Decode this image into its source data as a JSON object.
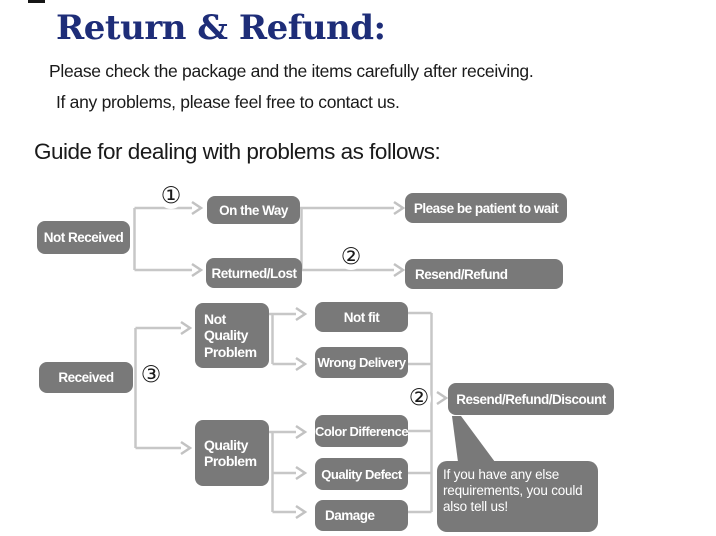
{
  "header": {
    "title": "Return & Refund:",
    "intro_line1": "Please check the package and the items carefully after receiving.",
    "intro_line2": "If any problems, please feel free to contact us.",
    "guide_heading": "Guide for dealing with problems as follows:"
  },
  "colors": {
    "title": "#1e2d78",
    "box_bg": "#797979",
    "box_text": "#ffffff",
    "connector": "#c7c7c7",
    "body_text": "#1a1a1a"
  },
  "steps": {
    "one": "①",
    "two": "②",
    "three": "③"
  },
  "flowchart": {
    "nodes": {
      "not_received": "Not Received",
      "on_the_way": "On the Way",
      "returned_lost": "Returned/Lost",
      "be_patient": "Please be patient to wait",
      "resend_refund": "Resend/Refund",
      "received": "Received",
      "not_quality_problem": "Not Quality Problem",
      "not_fit": "Not fit",
      "wrong_delivery": "Wrong Delivery",
      "quality_problem": "Quality Problem",
      "color_difference": "Color Difference",
      "quality_defect": "Quality Defect",
      "damage": "Damage",
      "resend_refund_discount": "Resend/Refund/Discount",
      "note_bubble": "If you have any else requirements, you could also tell us!"
    }
  }
}
